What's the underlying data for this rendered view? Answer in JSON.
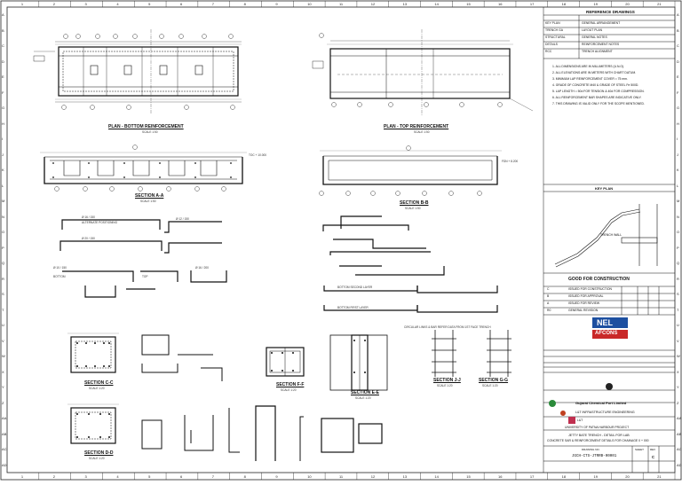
{
  "border": {
    "top_cols": [
      "1",
      "2",
      "3",
      "4",
      "5",
      "6",
      "7",
      "8",
      "9",
      "10",
      "11",
      "12",
      "13",
      "14",
      "15",
      "16",
      "17",
      "18",
      "19",
      "20",
      "21"
    ],
    "side_rows": [
      "A",
      "B",
      "C",
      "D",
      "E",
      "F",
      "G",
      "H",
      "I",
      "J",
      "K",
      "L",
      "M",
      "N",
      "O",
      "P",
      "Q",
      "R",
      "S",
      "T",
      "U",
      "V",
      "W",
      "X",
      "Y",
      "Z",
      "AA",
      "AB",
      "AC",
      "AD"
    ]
  },
  "views": {
    "plan_bottom": {
      "title": "PLAN - BOTTOM REINFORCEMENT",
      "scale": "SCALE 1:50"
    },
    "plan_top": {
      "title": "PLAN - TOP REINFORCEMENT",
      "scale": "SCALE 1:50"
    },
    "section_aa": {
      "title": "SECTION A-A",
      "scale": "SCALE 1:50"
    },
    "section_bb": {
      "title": "SECTION B-B",
      "scale": "SCALE 1:50"
    },
    "section_cc": {
      "title": "SECTION C-C",
      "scale": "SCALE 1:20"
    },
    "section_dd": {
      "title": "SECTION D-D",
      "scale": "SCALE 1:20"
    },
    "section_ee": {
      "title": "SECTION E-E",
      "scale": "SCALE 1:20"
    },
    "section_ff": {
      "title": "SECTION F-F",
      "scale": "SCALE 1:20"
    },
    "section_jj": {
      "title": "SECTION J-J",
      "scale": "SCALE 1:20"
    },
    "section_gg": {
      "title": "SECTION G-G",
      "scale": "SCALE 1:20"
    }
  },
  "annotations": {
    "bar_notes": [
      "Ø 16 / 150",
      "Ø 20 / 150",
      "Ø 12 / 150",
      "Ø 10 / 150",
      "Ø 16 / 200"
    ],
    "bottom_label": "BOTTOM",
    "top_label": "TOP",
    "circular_links": "CIRCULAR LINKS & BAR REFER DATA FROM 1ST FACE TRENCH",
    "bottom_second_layer": "BOTTOM SECOND LAYER",
    "bottom_first_layer": "BOTTOM FIRST LAYER",
    "alternate_positioning": "ALTERNATE POSITIONING",
    "elev_top": "TOC + 10.000",
    "elev_bot": "FDN + 8.200"
  },
  "title_block": {
    "reference_drawings_header": "REFERENCE DRAWINGS",
    "ref_rows": [
      [
        "KEY PLAN",
        "GENERAL ARRANGEMENT"
      ],
      [
        "TRENCH GA",
        "LAYOUT PLAN"
      ],
      [
        "STRUCTURAL",
        "GENERAL NOTES"
      ],
      [
        "DETAILS",
        "REINFORCEMENT NOTES"
      ],
      [
        "RCC",
        "TRENCH ALIGNMENT"
      ]
    ],
    "notes": [
      "1. ALL DIMENSIONS ARE IN MILLIMETERS (U.N.O).",
      "2. ALL ELEVATIONS ARE IN METERS WITH CHART DATUM.",
      "3. MINIMUM LAP REINFORCEMENT COVER = 75 mm.",
      "4. GRADE OF CONCRETE M40 & GRADE OF STEEL Fe 500D.",
      "5. LAP LENGTH = 50d FOR TENSION & 40d FOR COMPRESSION.",
      "6. ALL REINFORCEMENT BAR SHAPES ARE INDICATIVE ONLY.",
      "7. THIS DRAWING IS VALID ONLY FOR THE SCOPE MENTIONED."
    ],
    "key_plan_label": "KEY PLAN",
    "trench_label": "TRENCH WALL",
    "good_for_construction": "GOOD FOR CONSTRUCTION",
    "revisions": [
      [
        "C",
        "ISSUED FOR CONSTRUCTION"
      ],
      [
        "B",
        "ISSUED FOR APPROVAL"
      ],
      [
        "A",
        "ISSUED FOR REVIEW"
      ],
      [
        "R0",
        "GENERAL REVISION"
      ]
    ],
    "contractor_logo": "NEL",
    "contractor_sub": "AFCONS",
    "client_name": "Gujarat Chemical Port Limited",
    "consultant_name": "L&T INFRASTRUCTURE ENGINEERING",
    "consultant_short": "L&T",
    "project_line": "UNIVERSITY OF PATNA HARBOUR PROJECT",
    "drawing_title_1": "JETTY BATE TRENCH - DETAIL FOR LAB",
    "drawing_title_2": "CONCRETE SAR & REINFORCEMENT DETAILS FOR CHAINAGE 0 + 000",
    "drawing_no_label": "DRAWING NO.",
    "drawing_no": "JGCH-CTS-JTRRB-00001",
    "sheet_label": "SHEET",
    "rev_label": "REV",
    "rev": "C"
  }
}
